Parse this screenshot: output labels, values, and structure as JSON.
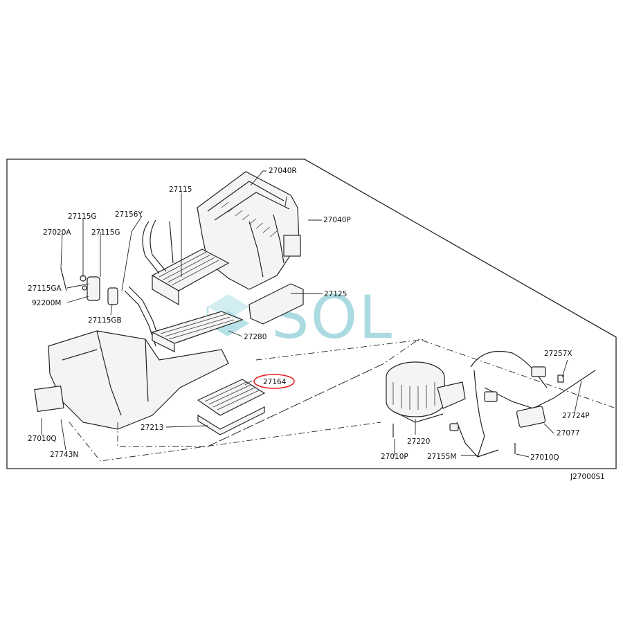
{
  "diagram": {
    "drawing_id": "J27000S1",
    "highlighted_part": "27164",
    "highlight_color": "#e02020",
    "watermark": {
      "text": "SOL",
      "color": "#8fd0d8"
    },
    "labels": {
      "p27040R": "27040R",
      "p27115": "27115",
      "p27156Y": "27156Y",
      "p27115G_a": "27115G",
      "p27020A": "27020A",
      "p27115G_b": "27115G",
      "p27040P": "27040P",
      "p27115GA": "27115GA",
      "p92200M": "92200M",
      "p27115GB": "27115GB",
      "p27125": "27125",
      "p27280": "27280",
      "p27257X": "27257X",
      "p27164": "27164",
      "p27724P": "27724P",
      "p27213": "27213",
      "p27077": "27077",
      "p27010Q_a": "27010Q",
      "p27220": "27220",
      "p27743N": "27743N",
      "p27010P": "27010P",
      "p27155M": "27155M",
      "p27010Q_b": "27010Q"
    }
  }
}
